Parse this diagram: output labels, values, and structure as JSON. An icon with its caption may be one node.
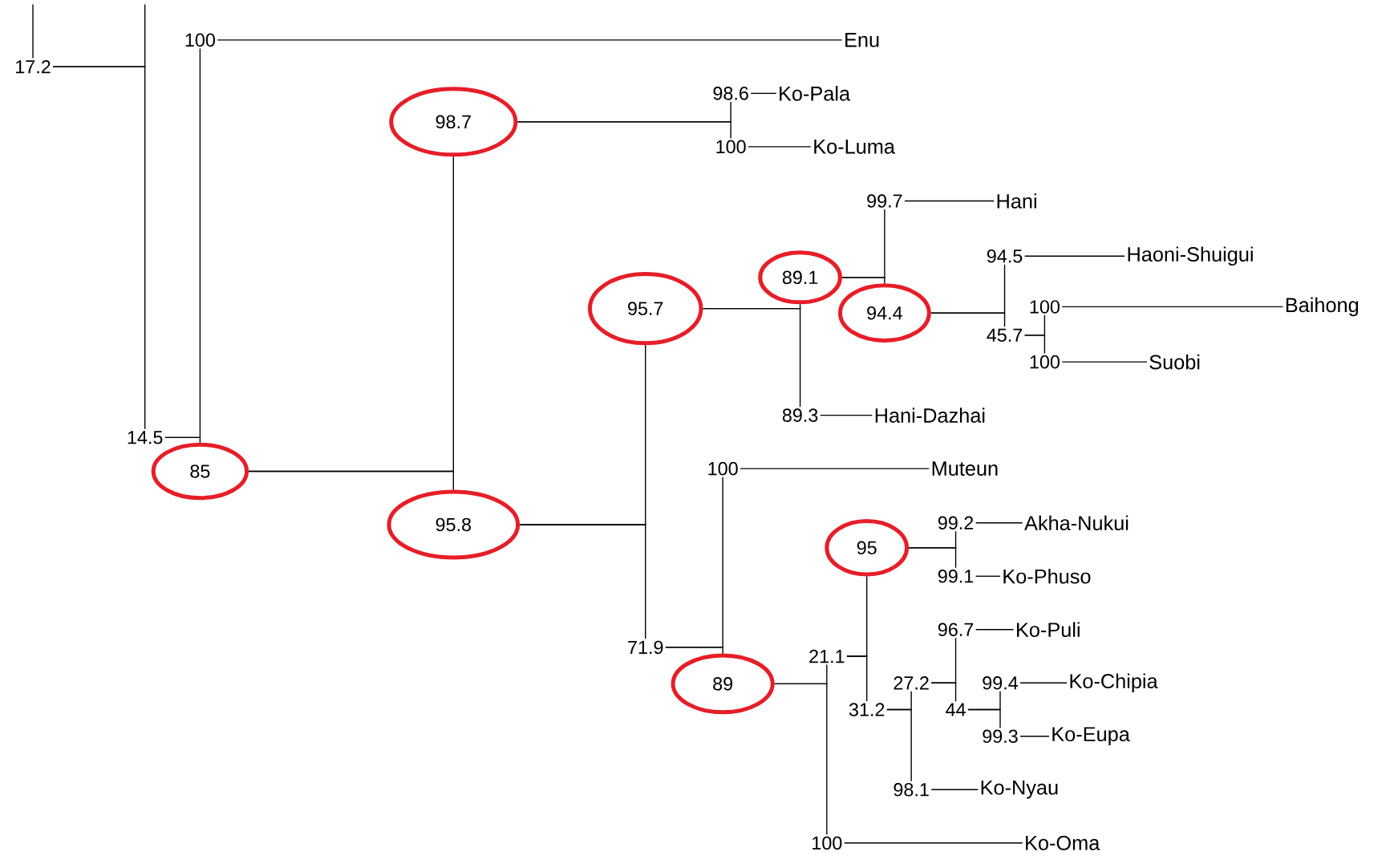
{
  "diagram": {
    "nodes": [
      {
        "text": [
          "17.2"
        ]
      },
      {
        "text": [
          "14.5"
        ]
      },
      {
        "text": [
          "100"
        ]
      },
      {
        "text": [
          "Enu"
        ]
      },
      {
        "text": [
          "85"
        ]
      },
      {
        "text": [
          "98.7"
        ]
      },
      {
        "text": [
          "98.6"
        ]
      },
      {
        "text": [
          "Ko-Pala"
        ]
      },
      {
        "text": [
          "100"
        ]
      },
      {
        "text": [
          "Ko-Luma"
        ]
      },
      {
        "text": [
          "95.8"
        ]
      },
      {
        "text": [
          "95.7"
        ]
      },
      {
        "text": [
          "89.1"
        ]
      },
      {
        "text": [
          "99.7"
        ]
      },
      {
        "text": [
          "Hani"
        ]
      },
      {
        "text": [
          "94.4"
        ]
      },
      {
        "text": [
          "94.5"
        ]
      },
      {
        "text": [
          "Haoni-Shuigui"
        ]
      },
      {
        "text": [
          "45.7"
        ]
      },
      {
        "text": [
          "100"
        ]
      },
      {
        "text": [
          "Baihong"
        ]
      },
      {
        "text": [
          "100"
        ]
      },
      {
        "text": [
          "Suobi"
        ]
      },
      {
        "text": [
          "89.3"
        ]
      },
      {
        "text": [
          "Hani-Dazhai"
        ]
      },
      {
        "text": [
          "71.9"
        ]
      },
      {
        "text": [
          "100"
        ]
      },
      {
        "text": [
          "Muteun"
        ]
      },
      {
        "text": [
          "89"
        ]
      },
      {
        "text": [
          "21.1"
        ]
      },
      {
        "text": [
          "95"
        ]
      },
      {
        "text": [
          "99.2"
        ]
      },
      {
        "text": [
          "Akha-Nukui"
        ]
      },
      {
        "text": [
          "99.1"
        ]
      },
      {
        "text": [
          "Ko-Phuso"
        ]
      },
      {
        "text": [
          "31.2"
        ]
      },
      {
        "text": [
          "27.2"
        ]
      },
      {
        "text": [
          "96.7"
        ]
      },
      {
        "text": [
          "Ko-Puli"
        ]
      },
      {
        "text": [
          "44"
        ]
      },
      {
        "text": [
          "99.4"
        ]
      },
      {
        "text": [
          "Ko-Chipia"
        ]
      },
      {
        "text": [
          "99.3"
        ]
      },
      {
        "text": [
          "Ko-Eupa"
        ]
      },
      {
        "text": [
          "98.1"
        ]
      },
      {
        "text": [
          "Ko-Nyau"
        ]
      },
      {
        "text": [
          "100"
        ]
      },
      {
        "text": [
          "Ko-Oma"
        ]
      }
    ],
    "edges": [
      {
        "from": null,
        "to": 0,
        "arrow": "none"
      },
      {
        "from": 0,
        "to": null,
        "arrow": "none"
      },
      {
        "from": 0,
        "to": 1,
        "arrow": "none"
      },
      {
        "from": 1,
        "to": 2,
        "arrow": "none"
      },
      {
        "from": 1,
        "to": 4,
        "arrow": "none"
      },
      {
        "from": 2,
        "to": 3,
        "arrow": "none"
      },
      {
        "from": 4,
        "to": 5,
        "arrow": "none"
      },
      {
        "from": 4,
        "to": 10,
        "arrow": "none"
      },
      {
        "from": 5,
        "to": 6,
        "arrow": "none"
      },
      {
        "from": 5,
        "to": 8,
        "arrow": "none"
      },
      {
        "from": 6,
        "to": 7,
        "arrow": "none"
      },
      {
        "from": 8,
        "to": 9,
        "arrow": "none"
      },
      {
        "from": 10,
        "to": 11,
        "arrow": "none"
      },
      {
        "from": 10,
        "to": 25,
        "arrow": "none"
      },
      {
        "from": 11,
        "to": 12,
        "arrow": "none"
      },
      {
        "from": 11,
        "to": 23,
        "arrow": "none"
      },
      {
        "from": 12,
        "to": 13,
        "arrow": "none"
      },
      {
        "from": 12,
        "to": 15,
        "arrow": "none"
      },
      {
        "from": 13,
        "to": 14,
        "arrow": "none"
      },
      {
        "from": 15,
        "to": 16,
        "arrow": "none"
      },
      {
        "from": 15,
        "to": 18,
        "arrow": "none"
      },
      {
        "from": 16,
        "to": 17,
        "arrow": "none"
      },
      {
        "from": 18,
        "to": 19,
        "arrow": "none"
      },
      {
        "from": 18,
        "to": 21,
        "arrow": "none"
      },
      {
        "from": 19,
        "to": 20,
        "arrow": "none"
      },
      {
        "from": 21,
        "to": 22,
        "arrow": "none"
      },
      {
        "from": 23,
        "to": 24,
        "arrow": "none"
      },
      {
        "from": 25,
        "to": 26,
        "arrow": "none"
      },
      {
        "from": 25,
        "to": 28,
        "arrow": "none"
      },
      {
        "from": 26,
        "to": 27,
        "arrow": "none"
      },
      {
        "from": 28,
        "to": 29,
        "arrow": "none"
      },
      {
        "from": 28,
        "to": 46,
        "arrow": "none"
      },
      {
        "from": 29,
        "to": 30,
        "arrow": "none"
      },
      {
        "from": 29,
        "to": 35,
        "arrow": "none"
      },
      {
        "from": 30,
        "to": 31,
        "arrow": "none"
      },
      {
        "from": 30,
        "to": 33,
        "arrow": "none"
      },
      {
        "from": 31,
        "to": 32,
        "arrow": "none"
      },
      {
        "from": 33,
        "to": 34,
        "arrow": "none"
      },
      {
        "from": 35,
        "to": 36,
        "arrow": "none"
      },
      {
        "from": 35,
        "to": 44,
        "arrow": "none"
      },
      {
        "from": 36,
        "to": 37,
        "arrow": "none"
      },
      {
        "from": 36,
        "to": 39,
        "arrow": "none"
      },
      {
        "from": 37,
        "to": 38,
        "arrow": "none"
      },
      {
        "from": 39,
        "to": 40,
        "arrow": "none"
      },
      {
        "from": 39,
        "to": 42,
        "arrow": "none"
      },
      {
        "from": 40,
        "to": 41,
        "arrow": "none"
      },
      {
        "from": 42,
        "to": 43,
        "arrow": "none"
      },
      {
        "from": 44,
        "to": 45,
        "arrow": "none"
      },
      {
        "from": 46,
        "to": 47,
        "arrow": "none"
      }
    ]
  }
}
